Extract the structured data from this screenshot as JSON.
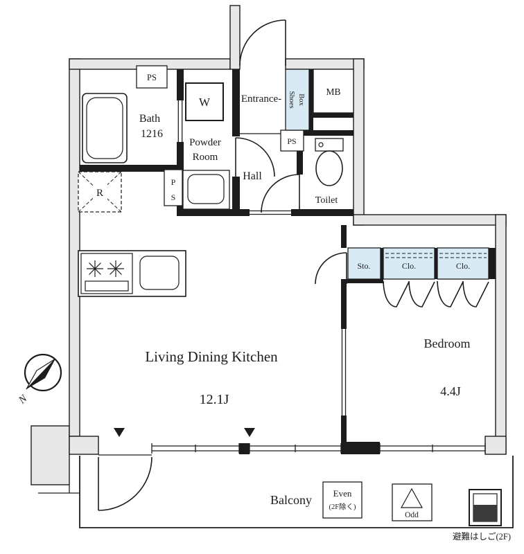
{
  "colors": {
    "wall_fill": "#e8e8e8",
    "line": "#1c1c1c",
    "closet_fill": "#d8eaf4",
    "background": "#ffffff"
  },
  "plan": {
    "rooms": {
      "bath": {
        "name": "Bath",
        "size": "1216"
      },
      "powder_room": {
        "line1": "Powder",
        "line2": "Room"
      },
      "entrance": {
        "label": "Entrance-"
      },
      "hall": {
        "label": "Hall"
      },
      "toilet": {
        "label": "Toilet"
      },
      "ldk": {
        "name": "Living Dining Kitchen",
        "size": "12.1J"
      },
      "bedroom": {
        "name": "Bedroom",
        "size": "4.4J"
      },
      "balcony": {
        "label": "Balcony"
      }
    },
    "labels": {
      "washer": "W",
      "refrigerator": "R",
      "shoes_box": {
        "line1": "Shoes",
        "line2": "Box"
      },
      "meter_box": "MB",
      "pipe_space_top": "PS",
      "pipe_space_mid": {
        "line1": "P",
        "line2": "S"
      },
      "pipe_space_hall": "PS",
      "storage": "Sto.",
      "closet_1": "Clo.",
      "closet_2": "Clo."
    },
    "balcony_markers": {
      "even": {
        "line1": "Even",
        "line2": "(2F除く)"
      },
      "odd": {
        "label": "Odd"
      },
      "escape_hatch": {
        "label": "避難はしご(2F)"
      }
    },
    "compass": {
      "label": "N"
    }
  }
}
